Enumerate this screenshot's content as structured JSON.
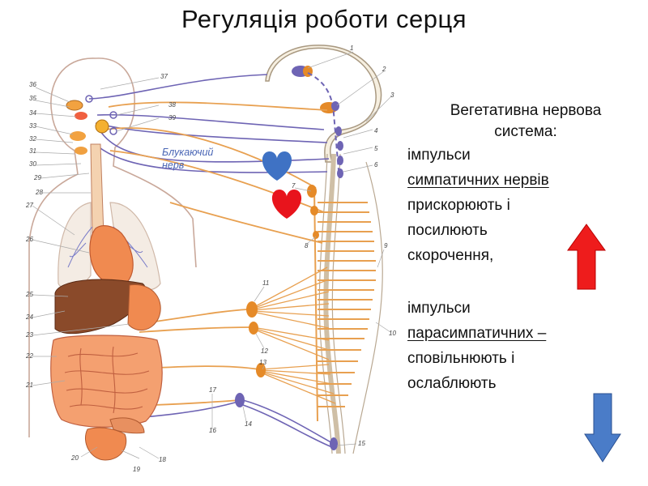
{
  "title": "Регуляція роботи серця",
  "diagram": {
    "vagus_label": [
      "Блукаючий",
      "нерв"
    ],
    "left_labels": [
      "36",
      "35",
      "34",
      "33",
      "32",
      "31",
      "30",
      "29",
      "28",
      "27",
      "26",
      "25",
      "24",
      "23",
      "22",
      "21",
      "20"
    ],
    "right_labels": [
      "1",
      "2",
      "3",
      "4",
      "5",
      "6",
      "7",
      "8",
      "9",
      "10",
      "11",
      "12",
      "13",
      "14",
      "15"
    ],
    "head_labels": [
      "37",
      "38",
      "39"
    ],
    "bottom_labels": [
      "17",
      "16",
      "19",
      "18"
    ],
    "colors": {
      "sympathetic": "#e8a050",
      "parasympathetic": "#6e64b4",
      "ganglion": "#e58a28",
      "organ": "#f08a50",
      "liver": "#8a4a2a",
      "lung_vessels": "#7a7cc8",
      "heart_blue": "#3f72c4",
      "heart_red": "#e8141c"
    }
  },
  "text": {
    "heading": [
      "Вегетативна нервова",
      "система:"
    ],
    "line1": "імпульси",
    "line2": "симпатичних нервів",
    "line3": "прискорюють і",
    "line4": "посилюють",
    "line5": "скорочення,",
    "line6": "імпульси",
    "line7": "парасимпатичних –",
    "line8": "сповільнюють і",
    "line9": "ослаблюють"
  },
  "arrows": {
    "up_color": "#ee1c1c",
    "down_color": "#4a7cc8"
  }
}
